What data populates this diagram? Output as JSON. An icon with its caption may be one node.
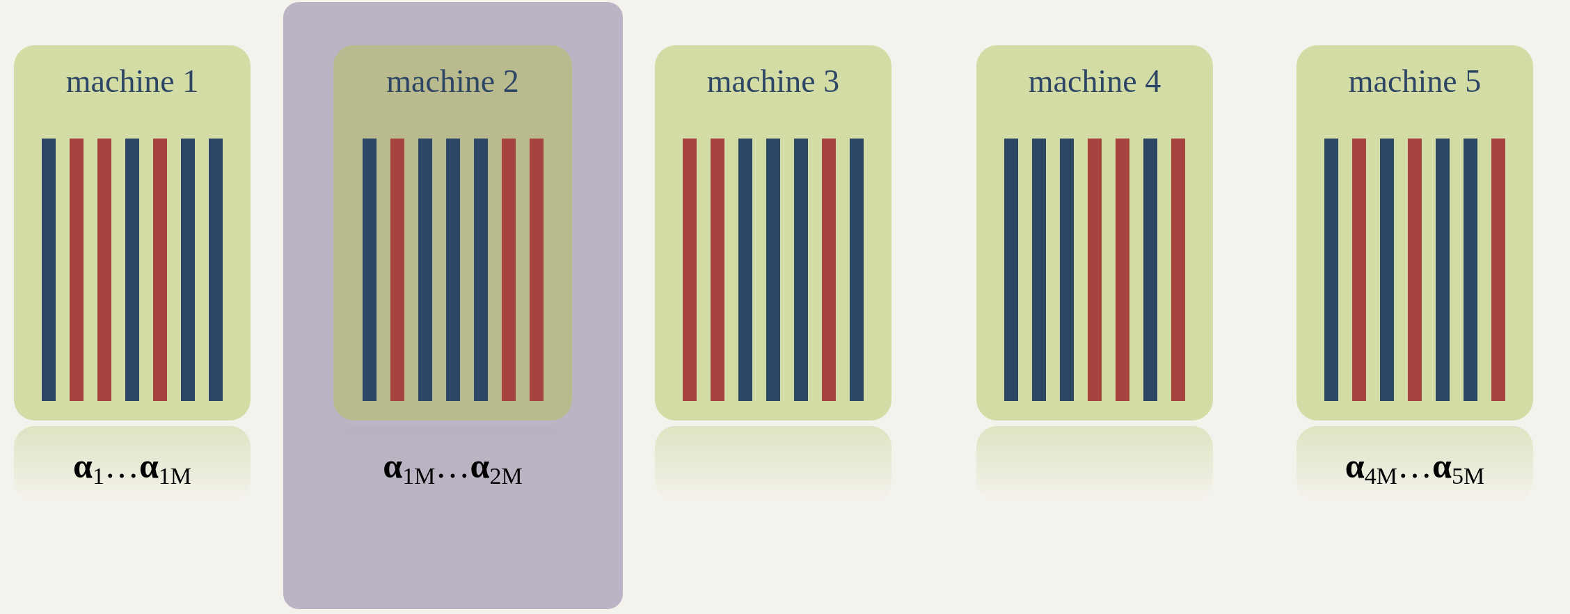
{
  "diagram": {
    "nodes": [
      {
        "text": [
          "machine 1"
        ],
        "beside": [
          "**α**$_{1}$…**α**$_{1M}$"
        ]
      },
      {
        "text": [],
        "shape": "box"
      },
      {
        "text": [
          "machine 2"
        ],
        "in": 1,
        "beside": [
          "**α**$_{1M}$…**α**$_{2M}$"
        ]
      },
      {
        "text": [
          "machine 3"
        ]
      },
      {
        "text": [
          "machine 4"
        ]
      },
      {
        "text": [
          "machine 5"
        ],
        "beside": [
          "**α**$_{4M}$…**α**$_{5M}$"
        ]
      }
    ]
  }
}
